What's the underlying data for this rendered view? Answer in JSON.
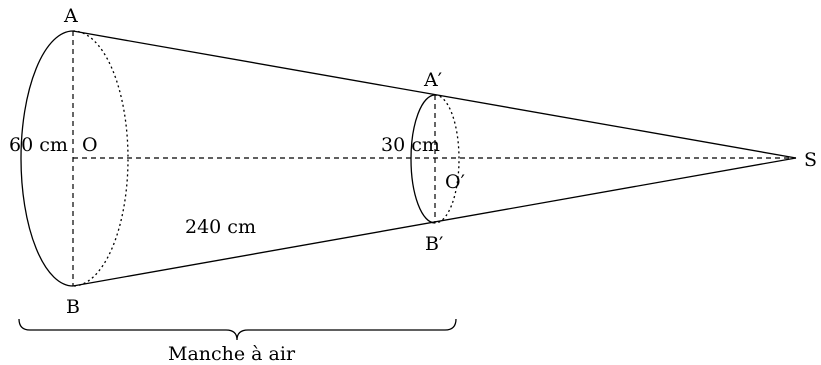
{
  "points": {
    "A": "A",
    "B": "B",
    "O": "O",
    "A_prime": "A′",
    "B_prime": "B′",
    "O_prime": "O′",
    "S": "S"
  },
  "measures": {
    "large_diameter": "60 cm",
    "small_diameter": "30 cm",
    "length": "240 cm"
  },
  "caption": "Manche à air"
}
